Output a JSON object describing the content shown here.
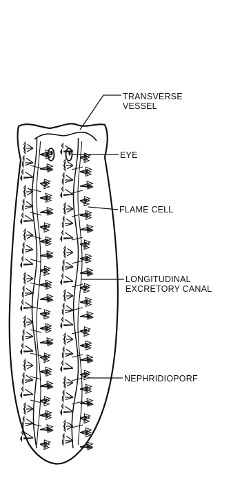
{
  "labels": {
    "transverse_vessel": [
      "TRANSVERSE",
      "VESSEL"
    ],
    "eye": "EYE",
    "flame_cell": "FLAME CELL",
    "longitudinal_canal": [
      "LONGITUDINAL",
      "EXCRETORY CANAL"
    ],
    "nephridiopore": "NEPHRIDIOPORF"
  },
  "colors": {
    "ink": "#111111",
    "background": "#ffffff"
  }
}
